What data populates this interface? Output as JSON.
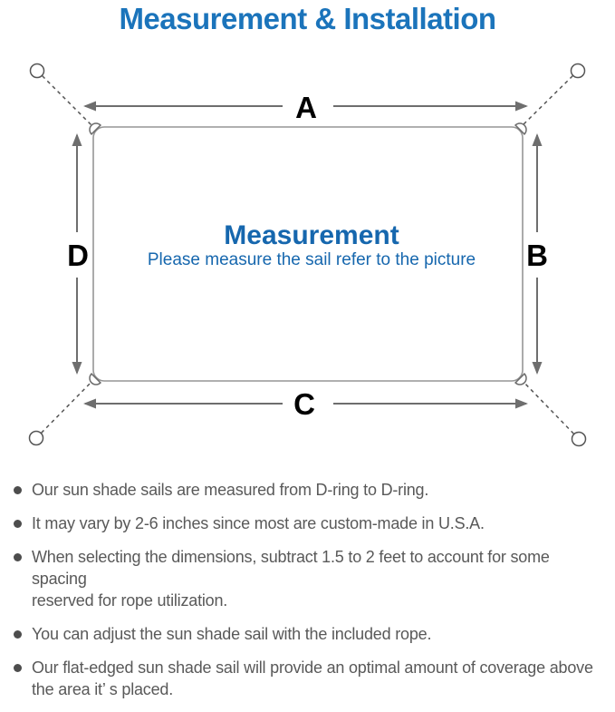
{
  "page": {
    "title": "Measurement & Installation",
    "background_color": "#ffffff"
  },
  "diagram": {
    "labels": {
      "top": "A",
      "right": "B",
      "bottom": "C",
      "left": "D"
    },
    "heading": "Measurement",
    "subheading": "Please measure the sail refer to the picture",
    "colors": {
      "title_blue": "#1b74bb",
      "heading_blue": "#1667ae",
      "sail_outline_gray": "#969696",
      "arrow_gray": "#6e6e6e",
      "anchor_gray": "#555555",
      "label_black": "#000000"
    }
  },
  "notes": {
    "items": [
      {
        "text": "Our sun shade sails are measured from D-ring to D-ring."
      },
      {
        "text": "It may vary by 2-6 inches since most are custom-made in U.S.A."
      },
      {
        "text": "When selecting the dimensions, subtract 1.5 to 2 feet to account for some spacing\nreserved for rope utilization."
      },
      {
        "text": "You can adjust the sun shade sail with the included rope."
      },
      {
        "text": "Our flat-edged sun shade sail will provide an optimal amount of coverage above\nthe area it’ s placed."
      }
    ]
  }
}
